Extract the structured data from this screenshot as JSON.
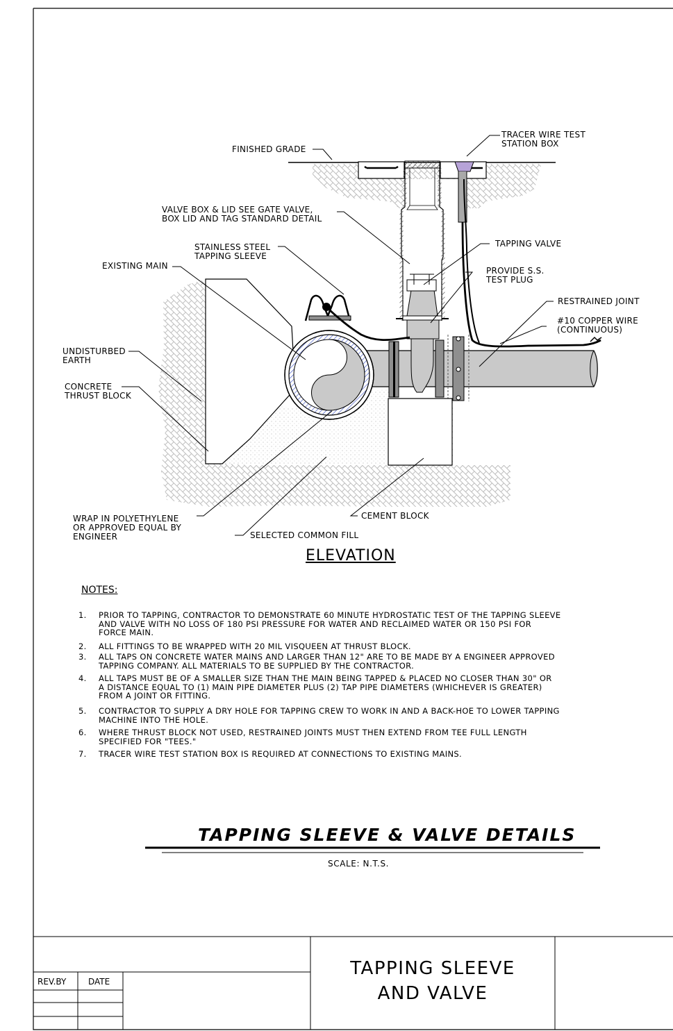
{
  "elevation": {
    "title": "ELEVATION",
    "labels": {
      "tracer_wire_box": [
        "TRACER WIRE TEST",
        "STATION BOX"
      ],
      "finished_grade": "FINISHED GRADE",
      "valve_box": [
        "VALVE BOX & LID SEE GATE VALVE,",
        "BOX LID AND TAG STANDARD DETAIL"
      ],
      "tapping_valve": "TAPPING VALVE",
      "tapping_sleeve": [
        "STAINLESS STEEL",
        "TAPPING SLEEVE"
      ],
      "existing_main": "EXISTING MAIN",
      "test_plug": [
        "PROVIDE S.S.",
        "TEST PLUG"
      ],
      "restrained_joint": "RESTRAINED JOINT",
      "copper_wire": [
        "#10 COPPER WIRE",
        "(CONTINUOUS)"
      ],
      "undisturbed_earth": [
        "UNDISTURBED",
        "EARTH"
      ],
      "thrust_block": [
        "CONCRETE",
        "THRUST BLOCK"
      ],
      "wrap": [
        "WRAP IN POLYETHYLENE",
        "OR APPROVED EQUAL BY",
        "ENGINEER"
      ],
      "cement_block": "CEMENT BLOCK",
      "common_fill": "SELECTED COMMON FILL"
    }
  },
  "notes": {
    "title": "NOTES:",
    "items": [
      {
        "num": "1.",
        "lines": [
          "PRIOR TO TAPPING, CONTRACTOR TO DEMONSTRATE 60 MINUTE HYDROSTATIC TEST OF THE TAPPING SLEEVE",
          "AND VALVE WITH NO LOSS OF 180 PSI PRESSURE FOR WATER AND RECLAIMED WATER OR 150 PSI FOR",
          "FORCE MAIN."
        ]
      },
      {
        "num": "2.",
        "lines": [
          "ALL FITTINGS TO BE WRAPPED WITH 20 MIL VISQUEEN AT THRUST BLOCK."
        ]
      },
      {
        "num": "3.",
        "lines": [
          "ALL TAPS ON CONCRETE WATER MAINS AND LARGER THAN 12\" ARE TO BE MADE BY A ENGINEER APPROVED",
          "TAPPING COMPANY. ALL MATERIALS TO BE SUPPLIED BY THE CONTRACTOR."
        ]
      },
      {
        "num": "4.",
        "lines": [
          "ALL TAPS MUST BE OF A SMALLER SIZE THAN THE MAIN BEING TAPPED & PLACED NO CLOSER THAN 30\" OR",
          "A DISTANCE EQUAL TO (1) MAIN PIPE DIAMETER PLUS (2) TAP PIPE DIAMETERS (WHICHEVER IS GREATER)",
          "FROM A JOINT OR FITTING."
        ]
      },
      {
        "num": "5.",
        "lines": [
          "CONTRACTOR TO SUPPLY A DRY HOLE FOR TAPPING CREW TO WORK IN AND A BACK-HOE TO LOWER TAPPING",
          "MACHINE INTO THE HOLE."
        ]
      },
      {
        "num": "6.",
        "lines": [
          "WHERE THRUST BLOCK NOT USED, RESTRAINED JOINTS MUST THEN EXTEND FROM TEE FULL LENGTH",
          "SPECIFIED FOR \"TEES.\""
        ]
      },
      {
        "num": "7.",
        "lines": [
          "TRACER WIRE TEST STATION BOX IS REQUIRED AT CONNECTIONS TO EXISTING MAINS."
        ]
      }
    ]
  },
  "detail_title": "TAPPING SLEEVE & VALVE DETAILS",
  "scale": "SCALE:  N.T.S.",
  "title_block": {
    "rev_by": "REV.BY",
    "date": "DATE",
    "title_lines": [
      "TAPPING SLEEVE",
      "AND VALVE"
    ]
  },
  "colors": {
    "pipe_fill": "#c9c9c9",
    "tracer_box": "#b7a3d8",
    "wrap_blue": "#4a5fc9"
  }
}
